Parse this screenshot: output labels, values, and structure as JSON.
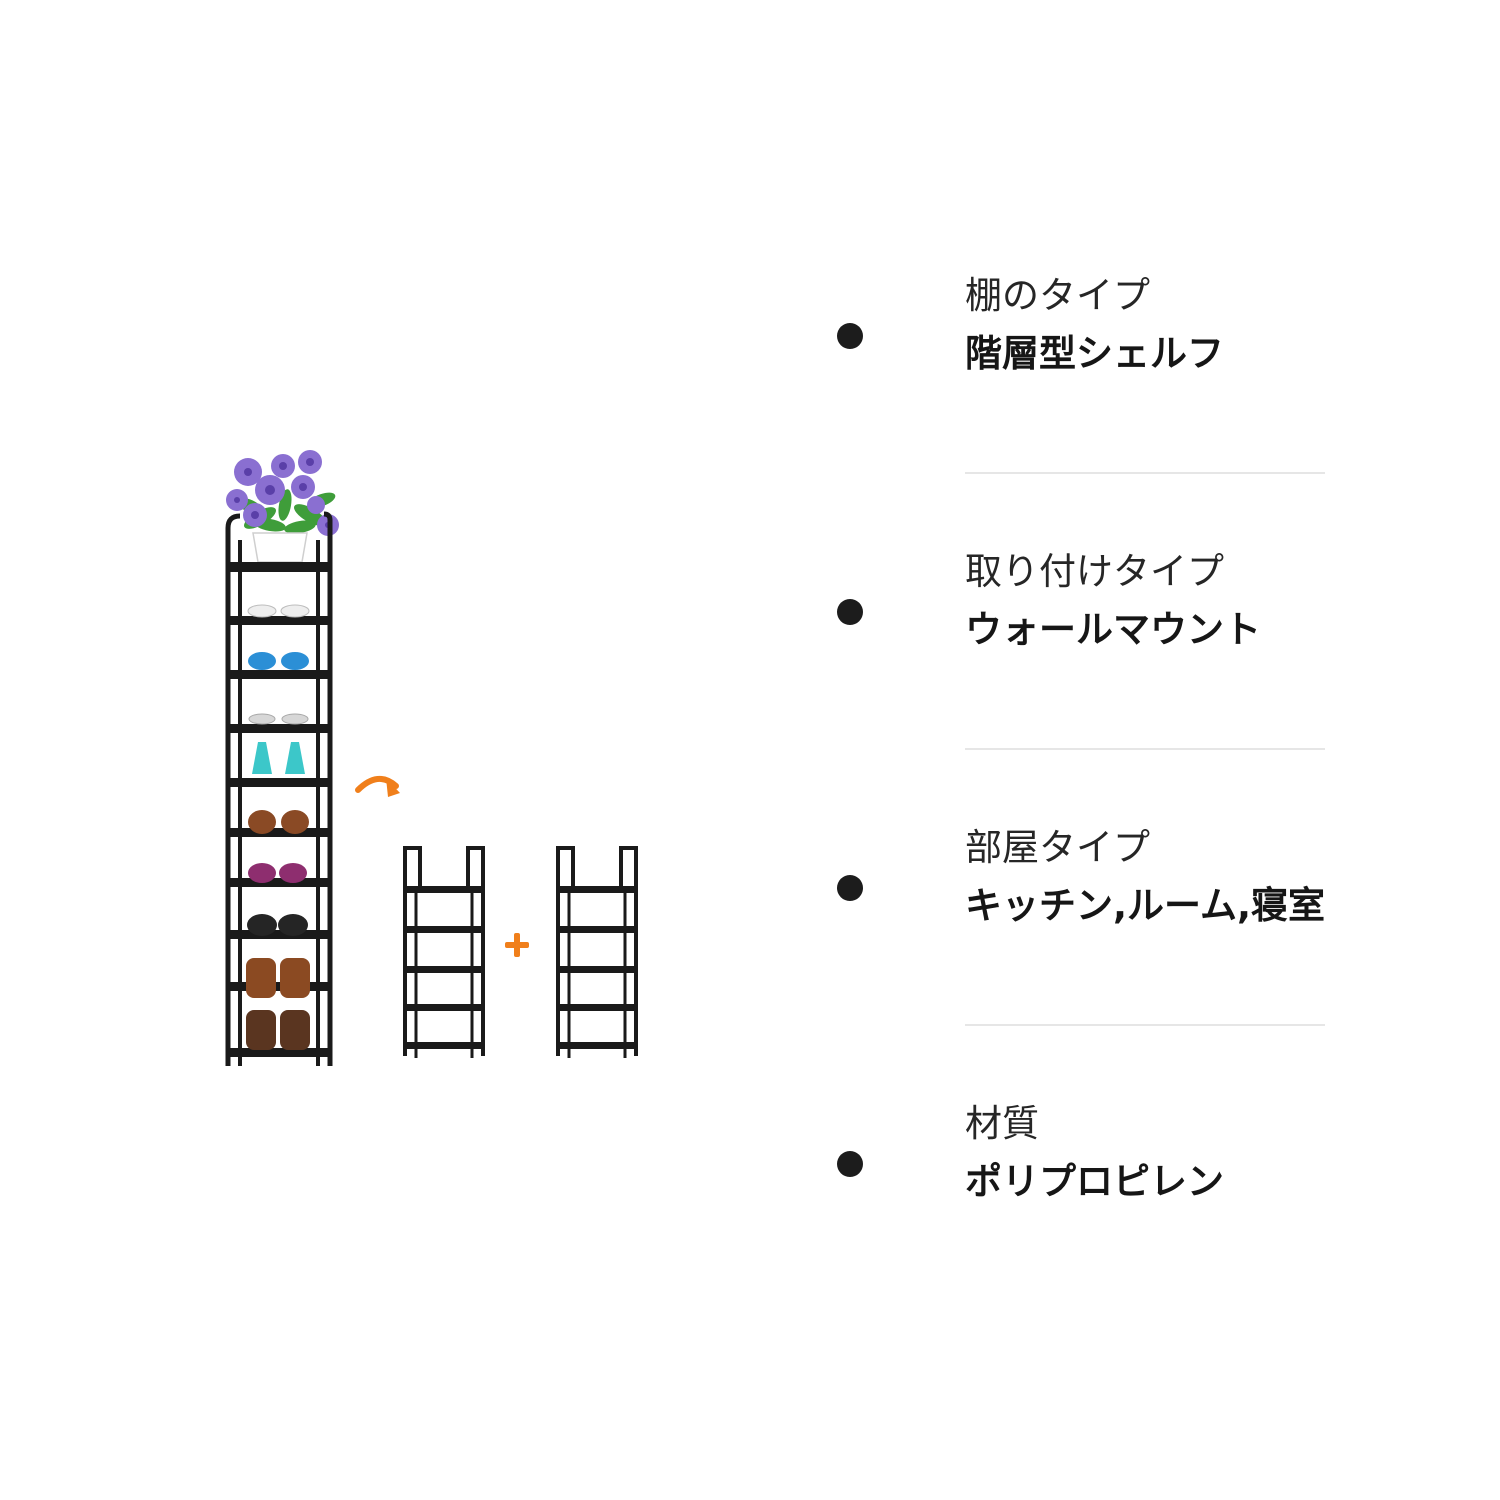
{
  "specs": [
    {
      "label": "棚のタイプ",
      "value": "階層型シェルフ"
    },
    {
      "label": "取り付けタイプ",
      "value": "ウォールマウント"
    },
    {
      "label": "部屋タイプ",
      "value": "キッチン,ルーム,寝室"
    },
    {
      "label": "材質",
      "value": "ポリプロピレン"
    }
  ],
  "colors": {
    "frame": "#1a1a1a",
    "accent": "#f07f1b",
    "flower": "#8a6fd1",
    "leaf": "#3f9d3a",
    "divider": "#e6e6e6"
  },
  "icons": {
    "arrow": "curved-arrow-icon",
    "plus": "plus-icon"
  }
}
